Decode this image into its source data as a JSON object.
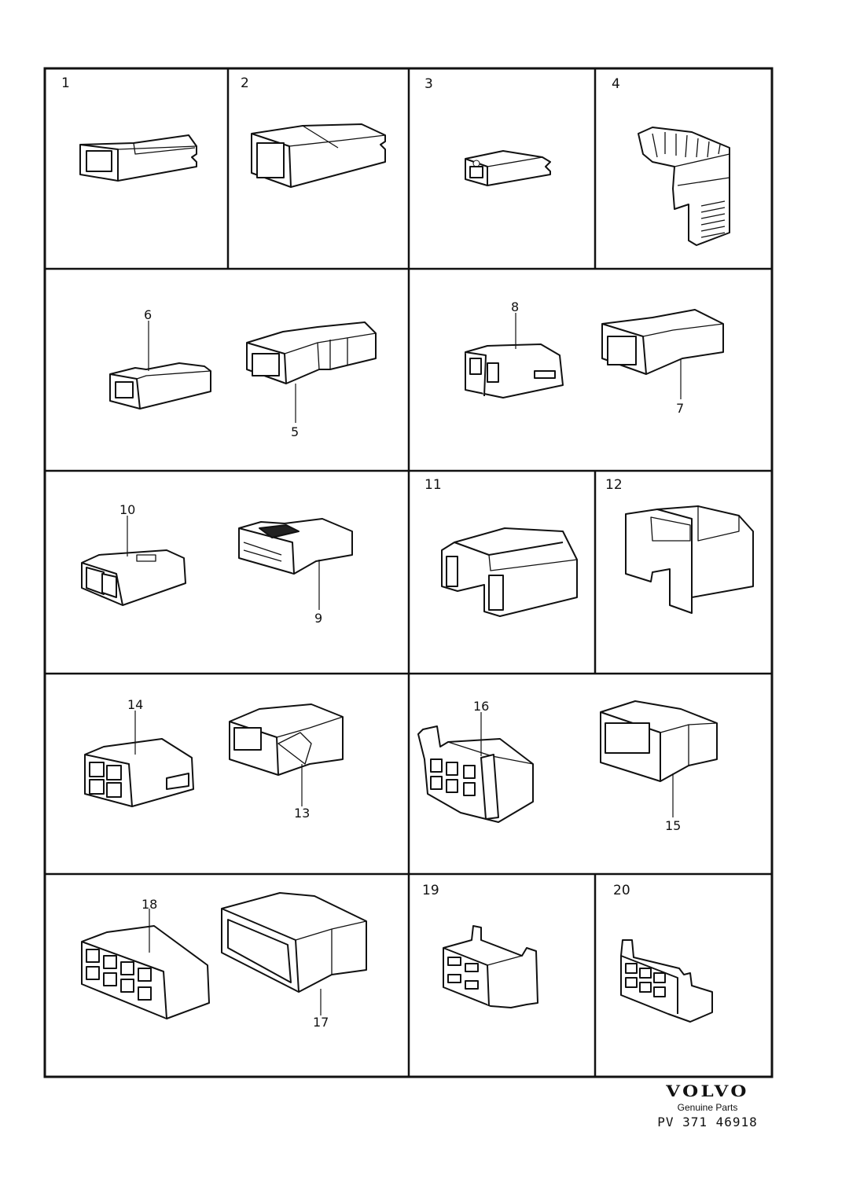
{
  "sheet": {
    "cells": [
      "1",
      "2",
      "3",
      "4",
      "11",
      "12",
      "19",
      "20"
    ],
    "callouts": [
      "5",
      "6",
      "7",
      "8",
      "9",
      "10",
      "13",
      "14",
      "15",
      "16",
      "17",
      "18"
    ]
  },
  "footer": {
    "brand": "VOLVO",
    "tagline": "Genuine Parts",
    "part_code": "PV 371 46918"
  },
  "colors": {
    "ink": "#111111",
    "paper": "#ffffff"
  }
}
